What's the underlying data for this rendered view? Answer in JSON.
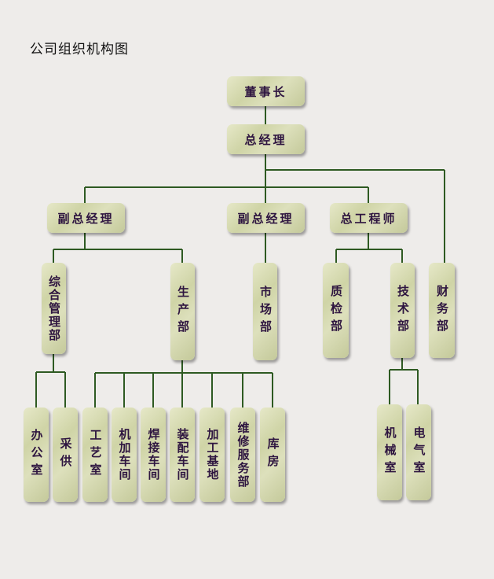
{
  "title": "公司组织机构图",
  "colors": {
    "line": "#2e5a22",
    "text": "#2e1540",
    "box": "#d6dab0"
  },
  "nodes": {
    "chairman": "董事长",
    "gm": "总经理",
    "vp1": "副总经理",
    "vp2": "副总经理",
    "chief_engineer": "总工程师",
    "admin": "综合管理部",
    "production": "生产部",
    "market": "市场部",
    "qc": "质检部",
    "tech": "技术部",
    "finance": "财务部",
    "office": "办公室",
    "purchase": "采供",
    "process_room": "工艺室",
    "machining": "机加车间",
    "welding": "焊接车间",
    "assembly": "装配车间",
    "processing_base": "加工基地",
    "maintenance": "维修服务部",
    "warehouse": "库房",
    "mech_room": "机械室",
    "elec_room": "电气室"
  }
}
